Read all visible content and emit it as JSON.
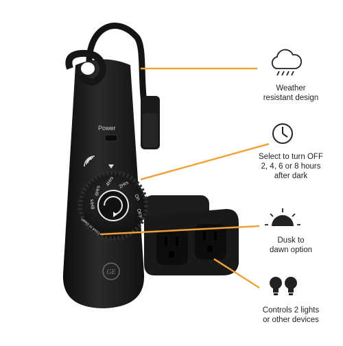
{
  "product": {
    "power_label": "Power",
    "dial_labels": [
      "2Hrs",
      "4Hrs",
      "6Hrs",
      "8Hrs",
      "On",
      "OFF",
      "Dusk to Dawn"
    ],
    "logo_text": "GE"
  },
  "features": [
    {
      "icon": "cloud-rain-icon",
      "text_lines": [
        "Weather",
        "resistant design"
      ]
    },
    {
      "icon": "clock-icon",
      "text_lines": [
        "Select to turn OFF",
        "2, 4, 6 or 8 hours",
        "after dark"
      ]
    },
    {
      "icon": "sunset-icon",
      "text_lines": [
        "Dusk to",
        "dawn option"
      ]
    },
    {
      "icon": "light-bulbs-icon",
      "text_lines": [
        "Controls 2 lights",
        "or other devices"
      ]
    }
  ],
  "colors": {
    "accent": "#F0A23A",
    "device": "#1c1c1c",
    "text": "#222222"
  }
}
